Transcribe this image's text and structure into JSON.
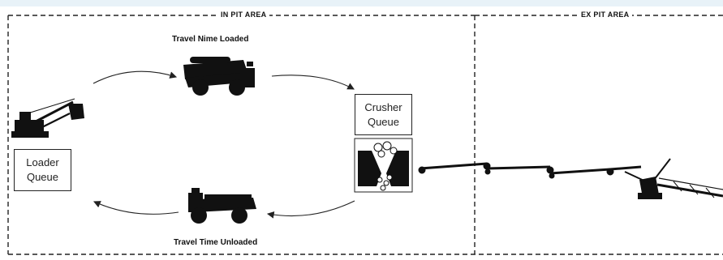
{
  "areas": {
    "in_pit": "IN PIT AREA",
    "ex_pit": "EX PIT AREA"
  },
  "captions": {
    "travel_loaded": "Travel Nime Loaded",
    "travel_unloaded": "Travel Time Unloaded"
  },
  "boxes": {
    "crusher_line1": "Crusher",
    "crusher_line2": "Queue",
    "loader_line1": "Loader",
    "loader_line2": "Queue"
  },
  "icons": [
    "shovel-icon",
    "loaded-truck-icon",
    "empty-truck-icon",
    "crusher-icon",
    "conveyor-icon",
    "stacker-icon"
  ]
}
